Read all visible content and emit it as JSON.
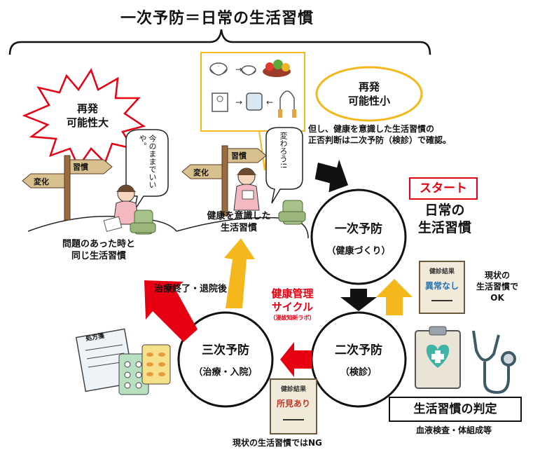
{
  "title": "一次予防＝日常の生活習慣",
  "burst_text": [
    "再発",
    "可能性大"
  ],
  "ellipse_text": [
    "再発",
    "可能性小"
  ],
  "note_lines": [
    "但し、健康を意識した生活習慣の",
    "正否判断は二次予防（検診）で確認。"
  ],
  "sign_left": {
    "top": "習慣",
    "bottom": "変化"
  },
  "sign_mid": {
    "top": "習慣",
    "bottom": "変化"
  },
  "speech_left": "今のままでいいや。",
  "speech_mid": "変わろう!!",
  "scene_left_caption": [
    "問題のあった時と",
    "同じ生活習慣"
  ],
  "scene_mid_caption": [
    "健康を意識した",
    "生活習慣"
  ],
  "start_label": "スタート",
  "daily_habit": [
    "日常の",
    "生活習慣"
  ],
  "circles": {
    "primary": {
      "name": "一次予防",
      "sub": "（健康づくり）"
    },
    "secondary": {
      "name": "二次予防",
      "sub": "（検診）"
    },
    "tertiary": {
      "name": "三次予防",
      "sub": "（治療・入院）"
    }
  },
  "cycle_label": {
    "main": [
      "健康管理",
      "サイクル"
    ],
    "credit": "（漫故知新ラボ）"
  },
  "arrow_treatment": "治療終了・退院後",
  "card_ok": {
    "head": "健診結果",
    "body": "異常なし"
  },
  "card_ng": {
    "head": "健診結果",
    "body": "所見あり"
  },
  "ok_text": [
    "現状の",
    "生活習慣で",
    "OK"
  ],
  "ng_text": "現状の生活習慣ではNG",
  "prescription_label": "処方箋",
  "judge_label": "生活習慣の判定",
  "judge_sub": "血液検査・体組成等",
  "colors": {
    "red": "#e60012",
    "yellow": "#f5b81c",
    "black": "#111111"
  }
}
